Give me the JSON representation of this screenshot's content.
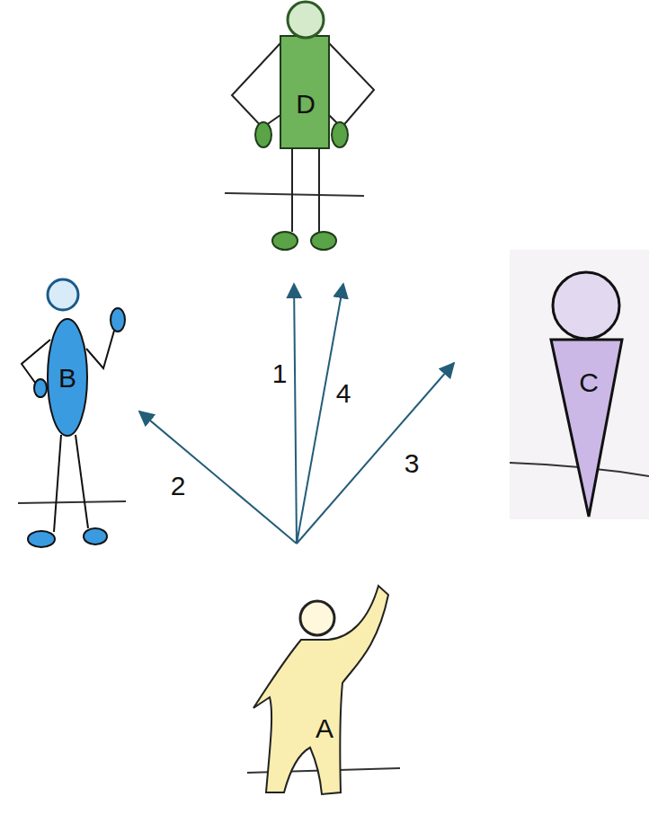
{
  "diagram": {
    "nodes": [
      {
        "text": [
          "D"
        ]
      },
      {
        "text": [
          "B"
        ]
      },
      {
        "text": [
          "C"
        ]
      },
      {
        "text": [
          "A"
        ]
      }
    ],
    "edges": [
      {
        "from": 3,
        "to": 0,
        "arrow": "to",
        "label": "1"
      },
      {
        "from": 3,
        "to": 1,
        "arrow": "to",
        "label": "2"
      },
      {
        "from": 3,
        "to": 2,
        "arrow": "to",
        "label": "3"
      },
      {
        "from": 3,
        "to": 0,
        "arrow": "to",
        "label": "4"
      }
    ]
  }
}
